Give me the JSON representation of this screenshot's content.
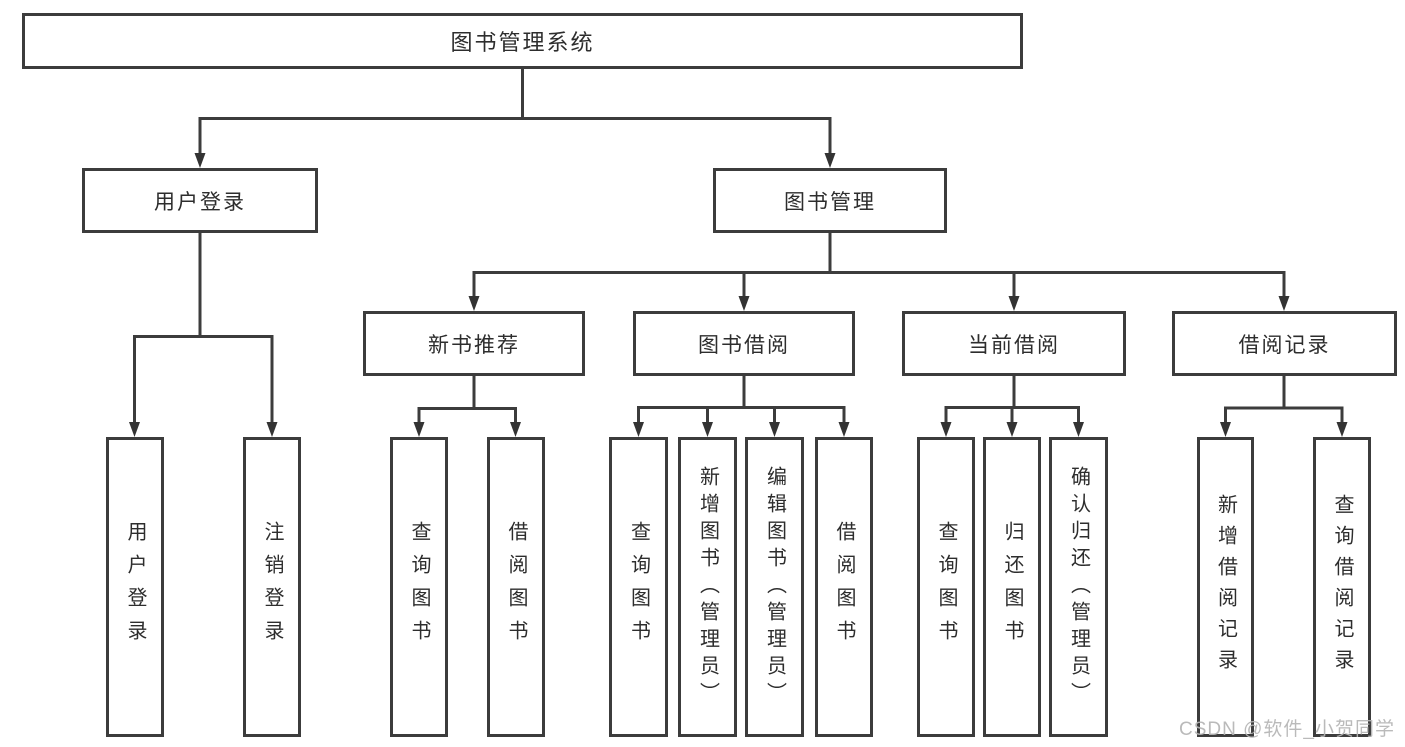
{
  "diagram": {
    "root_label": "图书管理系统",
    "level2": {
      "user_login": "用户登录",
      "book_management": "图书管理"
    },
    "level3": {
      "new_book_recommend": "新书推荐",
      "book_borrowing": "图书借阅",
      "current_borrowing": "当前借阅",
      "borrowing_records": "借阅记录"
    },
    "leaves": {
      "user_login": [
        "用户登录",
        "注销登录"
      ],
      "new_book_recommend": [
        "查询图书",
        "借阅图书"
      ],
      "book_borrowing": [
        "查询图书",
        "新增图书（管理员）",
        "编辑图书（管理员）",
        "借阅图书"
      ],
      "current_borrowing": [
        "查询图书",
        "归还图书",
        "确认归还（管理员）"
      ],
      "borrowing_records": [
        "新增借阅记录",
        "查询借阅记录"
      ]
    },
    "colors": {
      "line": "#3c3c3c",
      "arrow": "#333333",
      "text": "#2d2d2d",
      "box_background": "#ffffff",
      "watermark": "#b5b5b5"
    }
  },
  "watermark_text": "CSDN @软件_小贺同学"
}
